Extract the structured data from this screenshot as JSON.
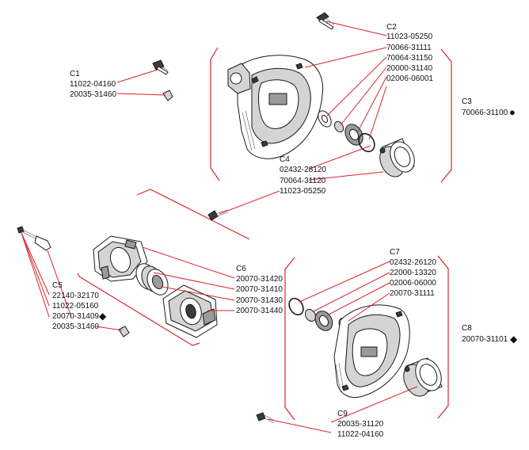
{
  "groups": {
    "c1": {
      "code": "C1",
      "parts": [
        "11022-04160",
        "20035-31460"
      ]
    },
    "c2": {
      "code": "C2",
      "parts": [
        "11023-05250",
        "70066-31111",
        "70064-31150",
        "20000-31140",
        "02006-06001"
      ]
    },
    "c3": {
      "code": "C3",
      "assembly": "70066-31100"
    },
    "c4": {
      "code": "C4",
      "parts": [
        "02432-28120",
        "70064-31120",
        "11023-05250"
      ]
    },
    "c5": {
      "code": "C5",
      "parts": [
        "22140-32170",
        "11022-05160",
        "20070-31409",
        "20035-31460"
      ]
    },
    "c6": {
      "code": "C6",
      "parts": [
        "20070-31420",
        "20070-31410",
        "20070-31430",
        "20070-31440"
      ]
    },
    "c7": {
      "code": "C7",
      "parts": [
        "02432-26120",
        "22000-13320",
        "02006-06000",
        "20070-31111"
      ]
    },
    "c8": {
      "code": "C8",
      "assembly": "20070-31101"
    },
    "c9": {
      "code": "C9",
      "parts": [
        "20035-31120",
        "11022-04160"
      ]
    }
  },
  "markers": {
    "assembly_c3": "●",
    "assembly_c8": "◆",
    "kit_c5": "◆"
  },
  "colors": {
    "leader": "#d9252a",
    "ink": "#111111",
    "background": "#ffffff"
  }
}
